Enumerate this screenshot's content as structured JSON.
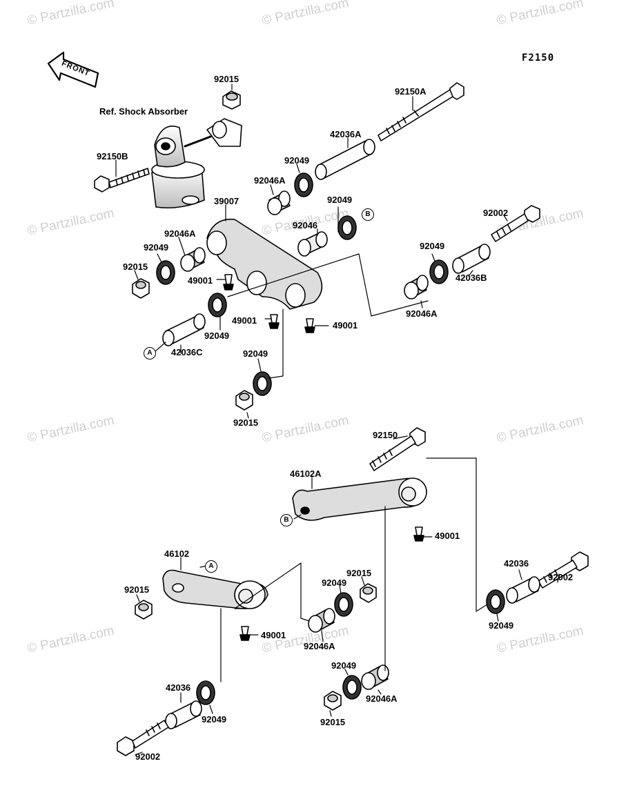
{
  "diagram": {
    "code": "F2150",
    "front_label": "FRONT",
    "ref_label": "Ref. Shock Absorber",
    "watermark": "© Partzilla.com",
    "circle_a": "A",
    "circle_b": "B",
    "parts": {
      "p92015_top": "92015",
      "p92150B": "92150B",
      "p92150A": "92150A",
      "p42036A": "42036A",
      "p92049_a": "92049",
      "p92046A_a": "92046A",
      "p39007": "39007",
      "p92049_b": "92049",
      "p92046_a": "92046",
      "p92002_top": "92002",
      "p92046A_b": "92046A",
      "p92049_c": "92049",
      "p92015_b": "92015",
      "p49001_a": "49001",
      "p92049_d": "92049",
      "p42036B": "42036B",
      "p92046A_c": "92046A",
      "p49001_b": "49001",
      "p49001_c": "49001",
      "p92049_e": "92049",
      "p42036C": "42036C",
      "p92049_f": "92049",
      "p92015_c": "92015",
      "p92150": "92150",
      "p46102A": "46102A",
      "p49001_d": "49001",
      "p46102": "46102",
      "p92015_d": "92015",
      "p42036_r": "42036",
      "p92002_r": "92002",
      "p92015_e": "92015",
      "p92049_g": "92049",
      "p49001_e": "49001",
      "p92046A_d": "92046A",
      "p92049_h": "92049",
      "p92049_i": "92049",
      "p92046A_e": "92046A",
      "p42036_l": "42036",
      "p92049_j": "92049",
      "p92015_f": "92015",
      "p92002_l": "92002"
    }
  }
}
